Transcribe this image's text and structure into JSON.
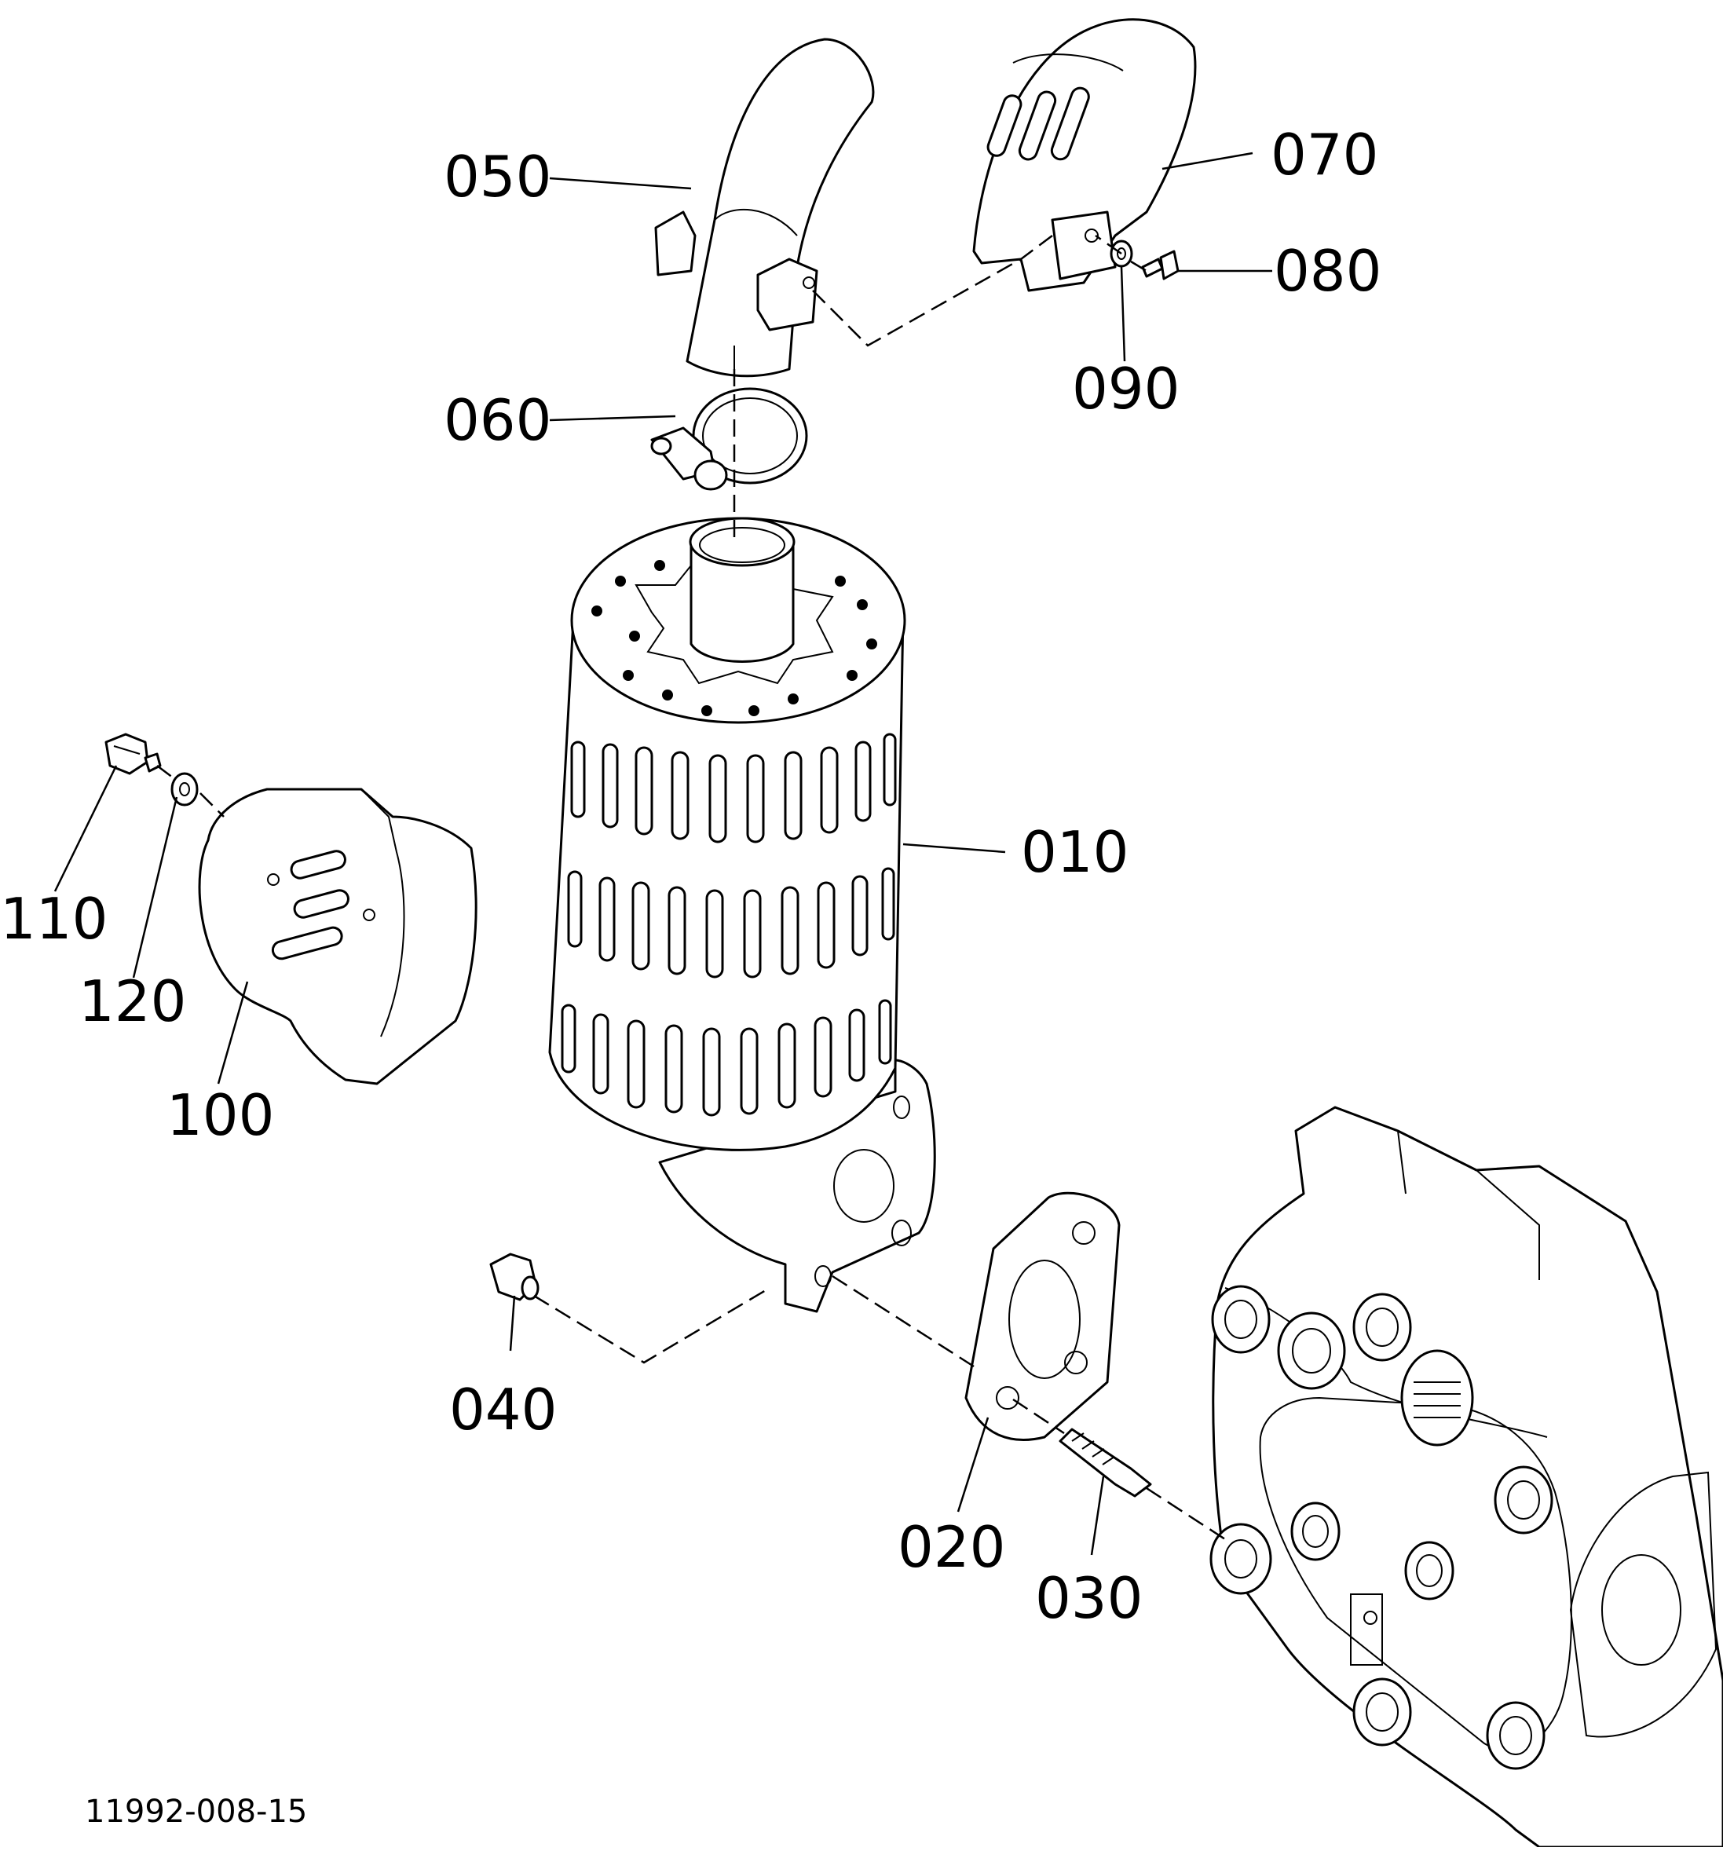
{
  "figure_number": "11992-008-15",
  "parts": [
    {
      "id": "muffler",
      "label": "010"
    },
    {
      "id": "gasket",
      "label": "020"
    },
    {
      "id": "stud",
      "label": "030"
    },
    {
      "id": "nut",
      "label": "040"
    },
    {
      "id": "exhaust-pipe",
      "label": "050"
    },
    {
      "id": "pipe-clamp",
      "label": "060"
    },
    {
      "id": "pipe-cover",
      "label": "070"
    },
    {
      "id": "bolt-upper",
      "label": "080"
    },
    {
      "id": "washer-upper",
      "label": "090"
    },
    {
      "id": "muffler-cover",
      "label": "100"
    },
    {
      "id": "bolt-side",
      "label": "110"
    },
    {
      "id": "washer-side",
      "label": "120"
    }
  ]
}
